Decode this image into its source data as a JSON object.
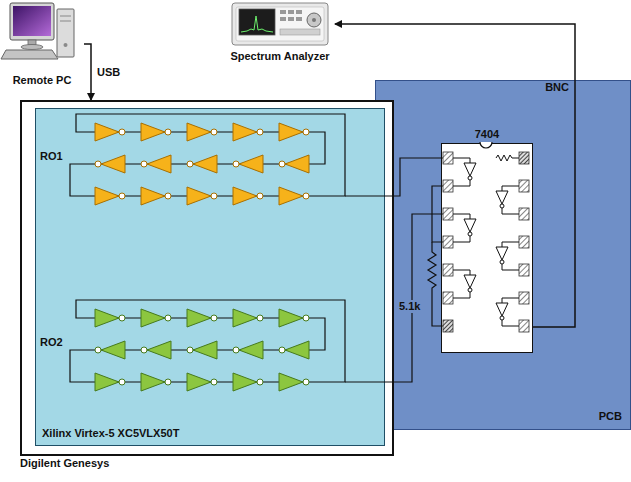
{
  "diagram": {
    "nodes": [
      {
        "text": [
          "Remote PC"
        ]
      },
      {
        "text": [
          "Spectrum Analyzer"
        ]
      },
      {
        "text": [
          "Digilent Genesys"
        ]
      },
      {
        "text": [
          "Xilinx Virtex-5 XC5VLX50T"
        ],
        "in": 2
      },
      {
        "text": [
          "PCB"
        ]
      },
      {
        "text": [
          "7404"
        ],
        "in": 4
      }
    ],
    "edges": [
      {
        "from": 0,
        "to": 2,
        "arrow": "to",
        "label": "USB"
      },
      {
        "from": 5,
        "to": 1,
        "arrow": "to",
        "label": "BNC"
      }
    ],
    "labels": [
      "RO1",
      "RO2",
      "5.1k"
    ]
  }
}
